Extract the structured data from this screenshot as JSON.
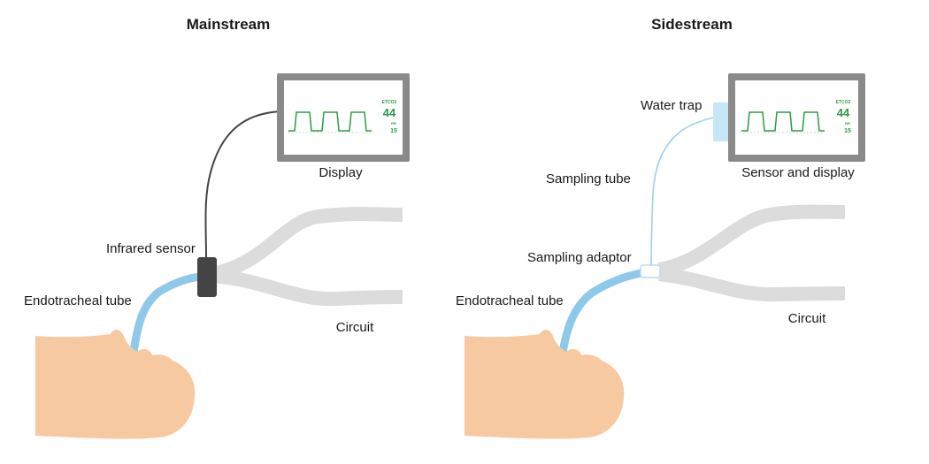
{
  "mainstream": {
    "title": "Mainstream",
    "labels": {
      "display": "Display",
      "infrared_sensor": "Infrared sensor",
      "endotracheal_tube": "Endotracheal tube",
      "circuit": "Circuit"
    },
    "monitor": {
      "header": "ETCO2",
      "value": "44",
      "rr_label": "RR",
      "rr_value": "15"
    }
  },
  "sidestream": {
    "title": "Sidestream",
    "labels": {
      "water_trap": "Water trap",
      "sensor_and_display": "Sensor and display",
      "sampling_tube": "Sampling tube",
      "sampling_adaptor": "Sampling adaptor",
      "endotracheal_tube": "Endotracheal tube",
      "circuit": "Circuit"
    },
    "monitor": {
      "header": "ETCO2",
      "value": "44",
      "rr_label": "RR",
      "rr_value": "15"
    }
  },
  "colors": {
    "skin": "#f7c9a0",
    "tube": "#8ec9ea",
    "circuit": "#dcdcdc",
    "monitor_frame": "#8a8a8a",
    "waveform": "#2e9a46",
    "sensor": "#444444"
  }
}
